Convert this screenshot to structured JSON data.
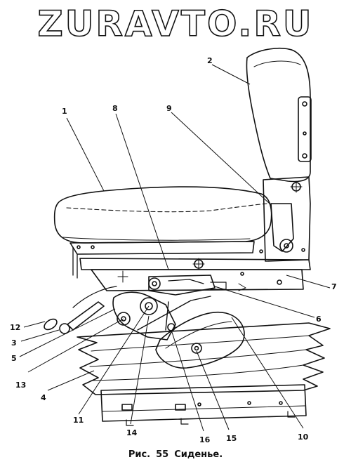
{
  "watermark": "ZURAVTO.RU",
  "figure": {
    "prefix": "Рис.",
    "number": "55",
    "title": "Сиденье."
  },
  "callouts": [
    "1",
    "2",
    "3",
    "4",
    "5",
    "6",
    "7",
    "8",
    "9",
    "10",
    "11",
    "12",
    "13",
    "14",
    "15",
    "16"
  ]
}
